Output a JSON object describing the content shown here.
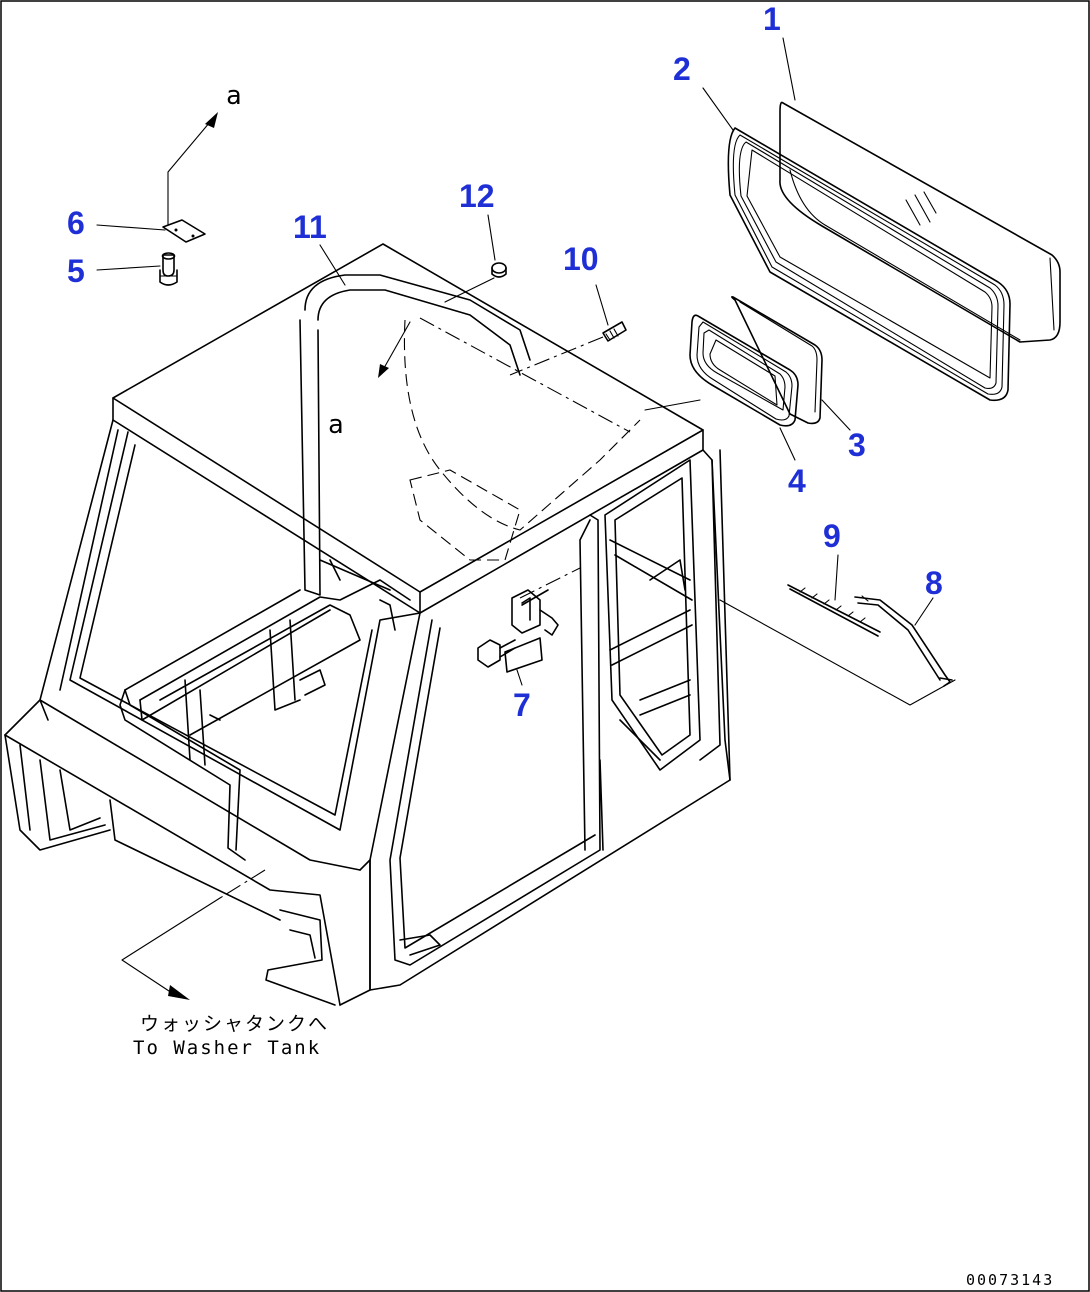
{
  "diagram": {
    "callouts": [
      "1",
      "2",
      "3",
      "4",
      "5",
      "6",
      "7",
      "8",
      "9",
      "10",
      "11",
      "12"
    ],
    "reference_letter": "a",
    "note_japanese": "ウォッシャタンクへ",
    "note_english": "To Washer Tank",
    "drawing_number": "00073143",
    "callout_color": "#1f2fd6"
  }
}
